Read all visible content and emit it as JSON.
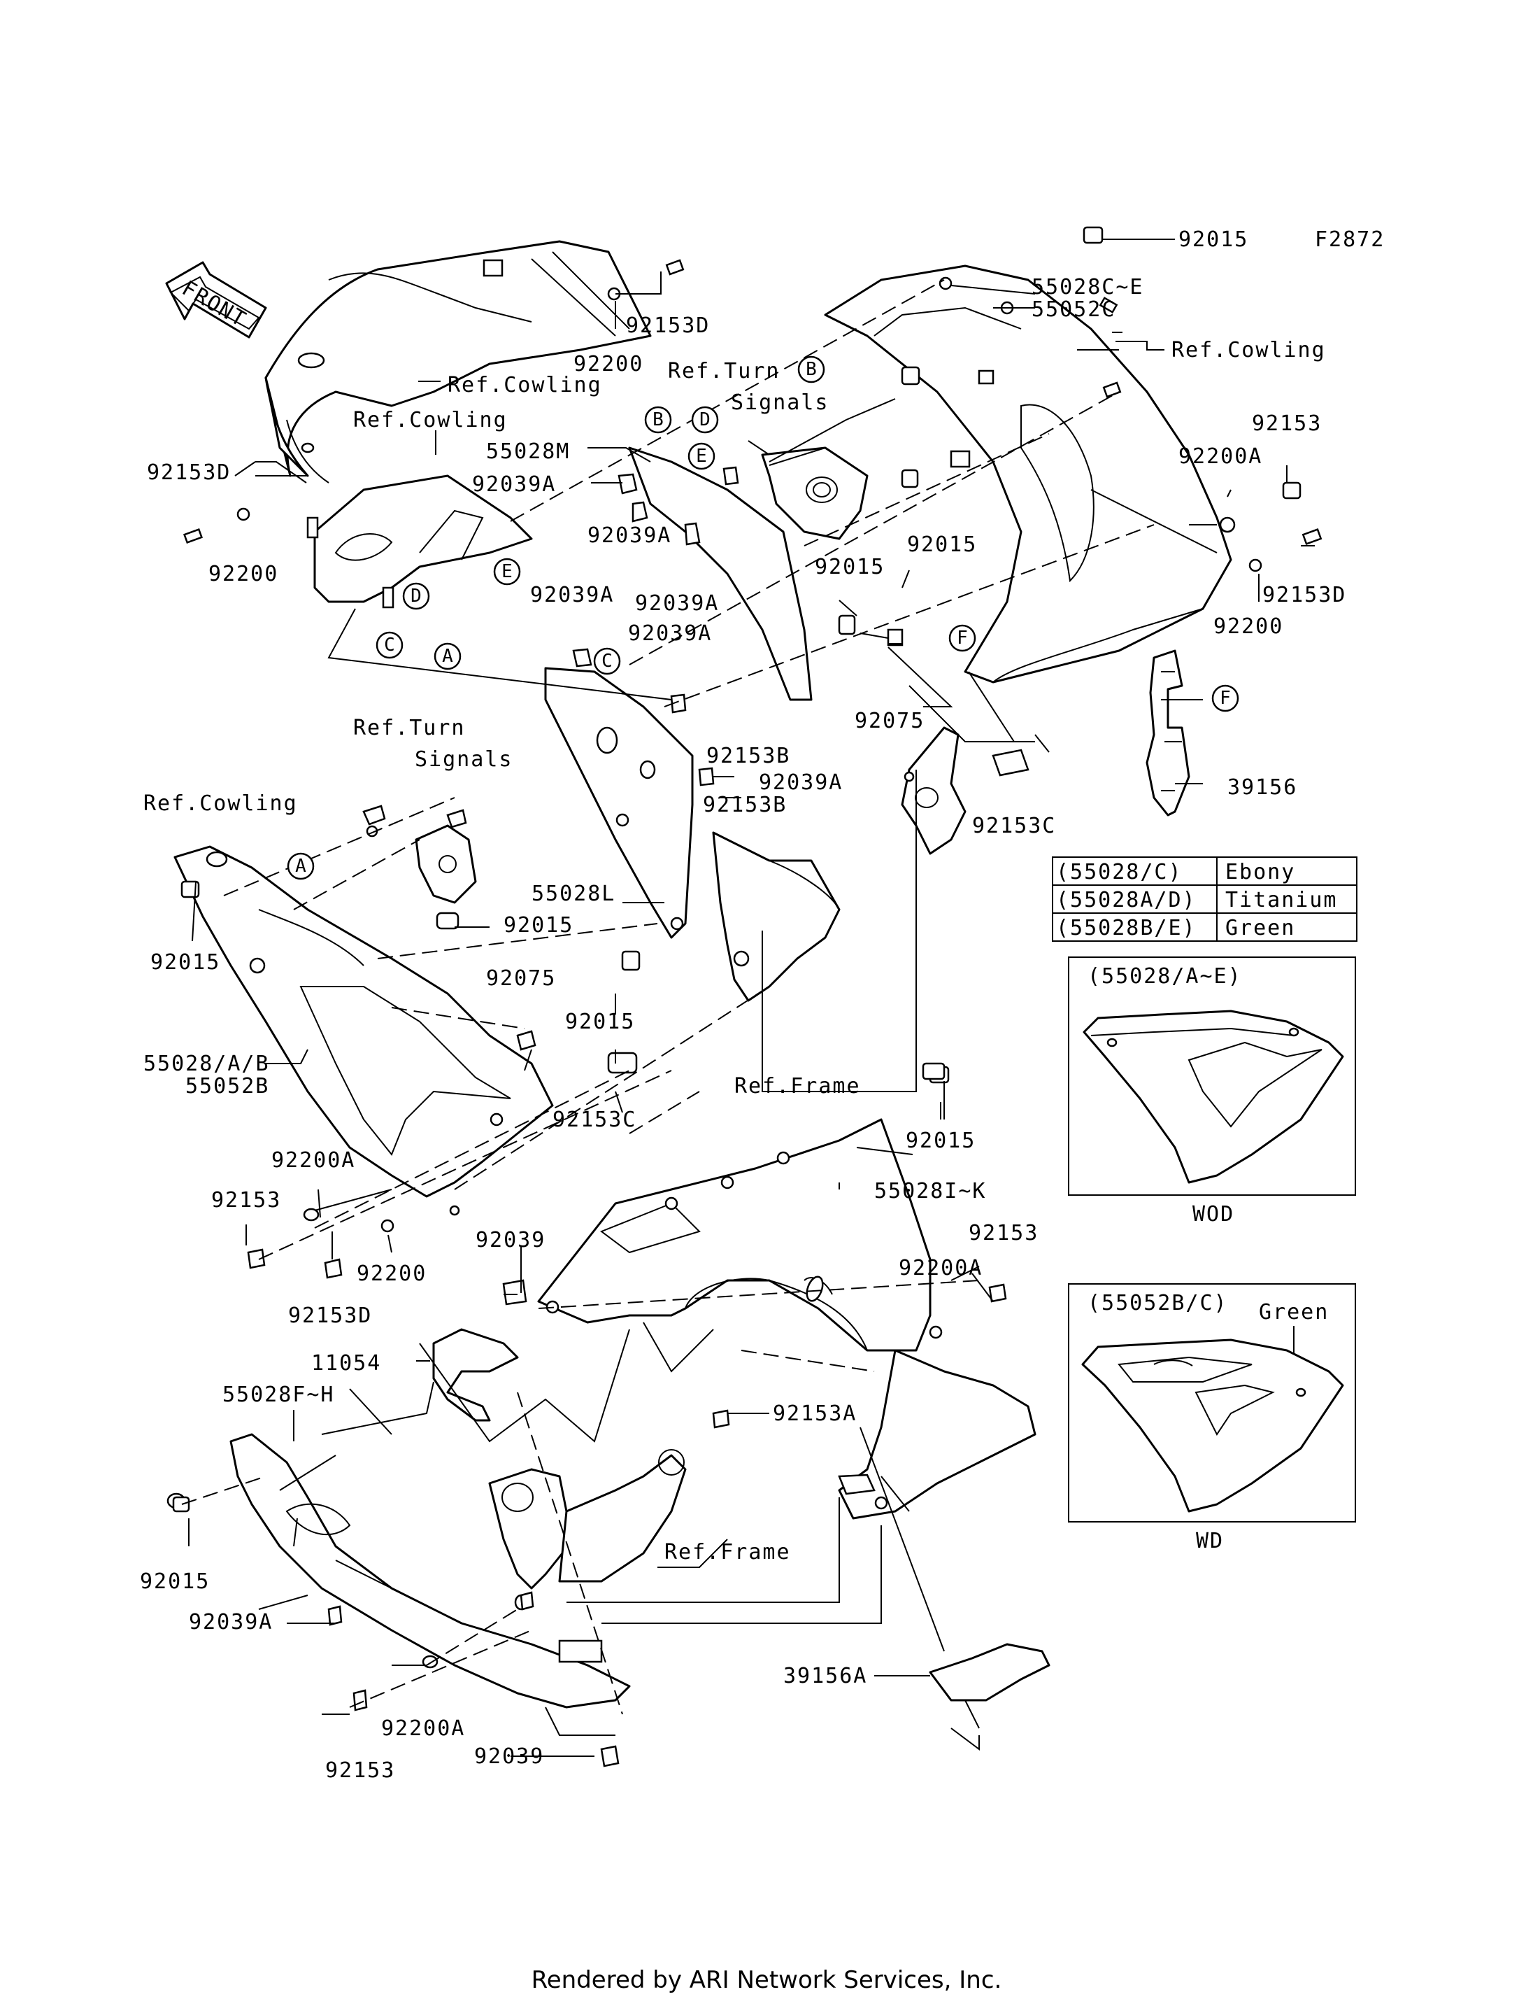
{
  "figure_code": "F2872",
  "front_label": "FRONT",
  "footer": "Rendered by ARI Network Services, Inc.",
  "callouts": {
    "c92015_top": "92015",
    "c55028c_e": "55028C~E",
    "c55052c": "55052C",
    "c92153d_top": "92153D",
    "c92200_top": "92200",
    "ref_cowling_1": "Ref.Cowling",
    "ref_cowling_2": "Ref.Cowling",
    "ref_cowling_3": "Ref.Cowling",
    "ref_cowling_4": "Ref.Cowling",
    "ref_turn_1a": "Ref.Turn",
    "ref_turn_1b": "Signals",
    "ref_turn_2a": "Ref.Turn",
    "ref_turn_2b": "Signals",
    "c55028m": "55028M",
    "c92039a_1": "92039A",
    "c92039a_2": "92039A",
    "c92039a_3": "92039A",
    "c92039a_4": "92039A",
    "c92039a_5": "92039A",
    "c92039a_6": "92039A",
    "c92039a_7": "92039A",
    "c92153d_left": "92153D",
    "c92200_left": "92200",
    "c92153_right": "92153",
    "c92200a_right": "92200A",
    "c92153d_right": "92153D",
    "c92200_right": "92200",
    "c92015_mid1": "92015",
    "c92015_mid2": "92015",
    "c92075_mid": "92075",
    "c92153b_1": "92153B",
    "c92153b_2": "92153B",
    "c92153c_1": "92153C",
    "c39156": "39156",
    "c92015_left": "92015",
    "c92015_left2": "92015",
    "c55028l": "55028L",
    "c92075_left": "92075",
    "c92015_left3": "92015",
    "c55028ab": "55028/A/B",
    "c55052b": "55052B",
    "c92153c_2": "92153C",
    "ref_frame_1": "Ref.Frame",
    "c92200a_left": "92200A",
    "c92153_left": "92153",
    "c92153d_bot": "92153D",
    "c92200_bot": "92200",
    "c92015_right2": "92015",
    "c55028i_k": "55028I~K",
    "c92153_right2": "92153",
    "c92200a_right2": "92200A",
    "c92039_mid": "92039",
    "c11054": "11054",
    "c55028f_h": "55028F~H",
    "c92153a": "92153A",
    "c92015_bot": "92015",
    "ref_frame_2": "Ref.Frame",
    "c39156a": "39156A",
    "c92200a_bot": "92200A",
    "c92153_bot": "92153",
    "c92039_bot": "92039"
  },
  "color_table": {
    "rows": [
      {
        "code": "(55028/C)",
        "color": "Ebony"
      },
      {
        "code": "(55028A/D)",
        "color": "Titanium"
      },
      {
        "code": "(55028B/E)",
        "color": "Green"
      }
    ]
  },
  "inset_wod": {
    "header": "(55028/A~E)",
    "caption": "WOD"
  },
  "inset_wd": {
    "header": "(55052B/C)",
    "note": "Green",
    "caption": "WD"
  },
  "circle_letters": [
    "A",
    "B",
    "C",
    "D",
    "E",
    "F"
  ]
}
